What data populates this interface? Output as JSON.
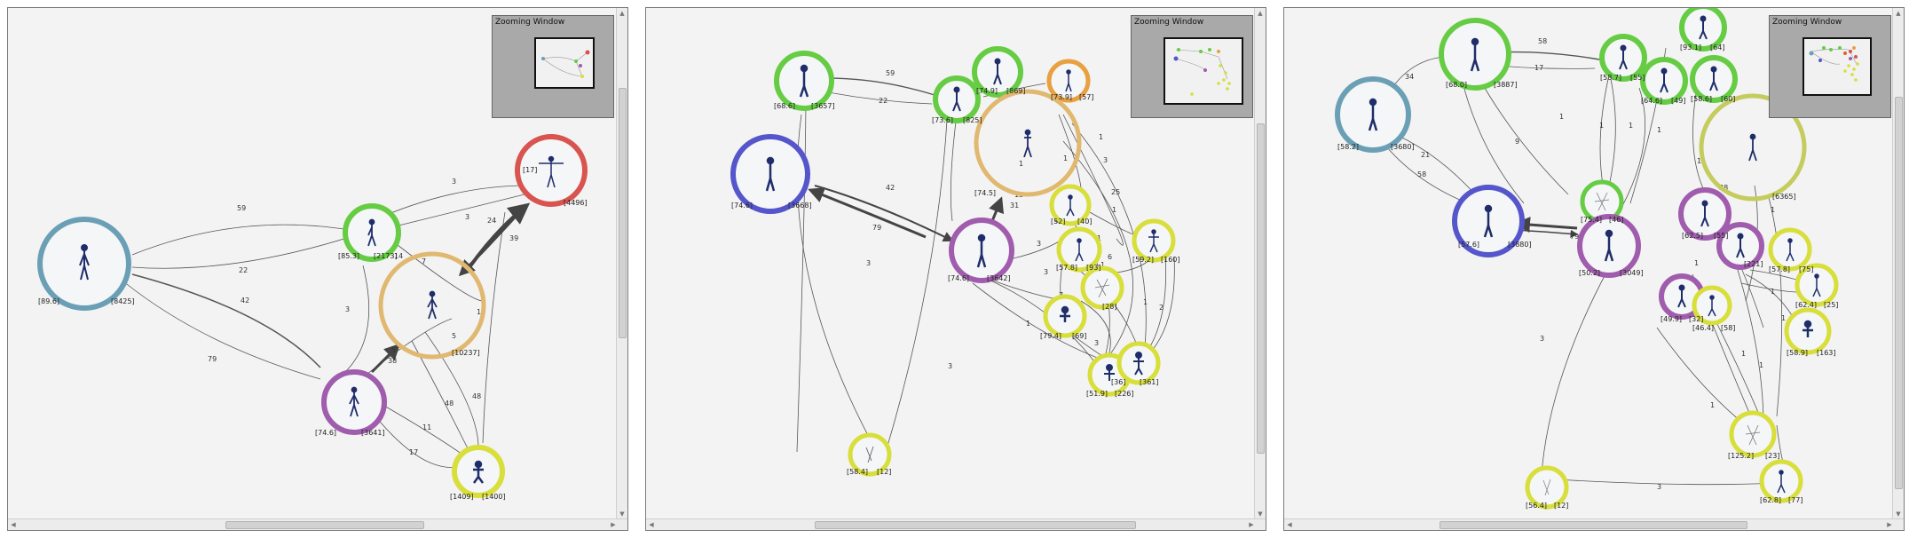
{
  "panels": [
    {
      "zoom_title": "Zooming Window",
      "nodes": [
        {
          "id": "blue",
          "color": "#6a9fb5",
          "labels": [
            "[89.6]",
            "[8425]"
          ]
        },
        {
          "id": "red",
          "color": "#d9534f",
          "labels": [
            "[17]",
            "[4496]"
          ]
        },
        {
          "id": "green",
          "color": "#66cc44",
          "labels": [
            "[85.3]",
            "[2173]"
          ]
        },
        {
          "id": "orange",
          "color": "#e0b870",
          "labels": [
            "[10237]"
          ]
        },
        {
          "id": "purple",
          "color": "#a05cad",
          "labels": [
            "[74.6]",
            "[3641]"
          ]
        },
        {
          "id": "yellow",
          "color": "#d8de3a",
          "labels": [
            "[1409]",
            "[1400]"
          ]
        }
      ],
      "edge_labels": [
        "59",
        "22",
        "42",
        "79",
        "3",
        "3",
        "24",
        "39",
        "14",
        "7",
        "3",
        "5",
        "1",
        "38",
        "5",
        "48",
        "48",
        "11",
        "17"
      ]
    },
    {
      "zoom_title": "Zooming Window",
      "nodes": [
        {
          "id": "g1",
          "color": "#66cc44",
          "labels": [
            "[68.6]",
            "[3657]"
          ]
        },
        {
          "id": "g2",
          "color": "#66cc44",
          "labels": [
            "[73.6]",
            "[825]"
          ]
        },
        {
          "id": "g3",
          "color": "#66cc44",
          "labels": [
            "[74.9]",
            "[869]"
          ]
        },
        {
          "id": "o1",
          "color": "#e8a040",
          "labels": [
            "[73.9]",
            "[57]"
          ]
        },
        {
          "id": "blue",
          "color": "#5555cc",
          "labels": [
            "[74.6]",
            "[3668]"
          ]
        },
        {
          "id": "big",
          "color": "#e0b870",
          "labels": [
            "[74.5]"
          ]
        },
        {
          "id": "purple",
          "color": "#a05cad",
          "labels": [
            "[74.6]",
            "[3642]"
          ]
        },
        {
          "id": "y1",
          "color": "#d8de3a",
          "labels": [
            "[58.4]",
            "[12]"
          ]
        },
        {
          "id": "y2",
          "color": "#d8de3a",
          "labels": [
            "[52]",
            "[40]"
          ]
        },
        {
          "id": "y3",
          "color": "#d8de3a",
          "labels": [
            "[57.8]",
            "[93]"
          ]
        },
        {
          "id": "y4",
          "color": "#d8de3a",
          "labels": [
            "[59.2]",
            "[160]"
          ]
        },
        {
          "id": "y5",
          "color": "#d8de3a",
          "labels": [
            "[28]"
          ]
        },
        {
          "id": "y6",
          "color": "#d8de3a",
          "labels": [
            "[79.4]",
            "[69]"
          ]
        },
        {
          "id": "y7",
          "color": "#d8de3a",
          "labels": [
            "[51.9]",
            "[226]"
          ]
        },
        {
          "id": "y8",
          "color": "#d8de3a",
          "labels": [
            "[36]",
            "[361]"
          ]
        }
      ],
      "edge_labels": [
        "59",
        "22",
        "42",
        "79",
        "3",
        "3",
        "13",
        "31",
        "1",
        "1",
        "1",
        "1",
        "3",
        "1",
        "1",
        "2",
        "1",
        "7",
        "3",
        "2",
        "3",
        "3",
        "25",
        "1",
        "6",
        "1",
        "1"
      ]
    },
    {
      "zoom_title": "Zooming Window",
      "nodes": [
        {
          "id": "blue",
          "color": "#6a9fb5",
          "labels": [
            "[58.2]",
            "[3680]"
          ]
        },
        {
          "id": "g1",
          "color": "#66cc44",
          "labels": [
            "[68.0]",
            "[3887]"
          ]
        },
        {
          "id": "g2",
          "color": "#66cc44",
          "labels": [
            "[58.7]",
            "[55]"
          ]
        },
        {
          "id": "g3",
          "color": "#66cc44",
          "labels": [
            "[64.6]",
            "[49]"
          ]
        },
        {
          "id": "g4",
          "color": "#66cc44",
          "labels": [
            "[93.1]",
            "[64]"
          ]
        },
        {
          "id": "g5",
          "color": "#66cc44",
          "labels": [
            "[58.6]",
            "[60]"
          ]
        },
        {
          "id": "olive",
          "color": "#c4cc5e",
          "labels": [
            "[6365]"
          ]
        },
        {
          "id": "indigo",
          "color": "#5555cc",
          "labels": [
            "[57.6]",
            "[3880]"
          ]
        },
        {
          "id": "g6",
          "color": "#66cc44",
          "labels": [
            "[75.4]",
            "[46]"
          ]
        },
        {
          "id": "p1",
          "color": "#a05cad",
          "labels": [
            "[50.2]",
            "[3049]"
          ]
        },
        {
          "id": "p2",
          "color": "#a05cad",
          "labels": [
            "[62.5]",
            "[55]"
          ]
        },
        {
          "id": "p3",
          "color": "#a05cad",
          "labels": [
            "[221]"
          ]
        },
        {
          "id": "p4",
          "color": "#a05cad",
          "labels": [
            "[49.9]",
            "[32]"
          ]
        },
        {
          "id": "y1",
          "color": "#d8de3a",
          "labels": [
            "[46.4]",
            "[58]"
          ]
        },
        {
          "id": "y2",
          "color": "#d8de3a",
          "labels": [
            "[57.8]",
            "[75]"
          ]
        },
        {
          "id": "y3",
          "color": "#d8de3a",
          "labels": [
            "[62.4]",
            "[25]"
          ]
        },
        {
          "id": "y4",
          "color": "#d8de3a",
          "labels": [
            "[58.9]",
            "[163]"
          ]
        },
        {
          "id": "y5",
          "color": "#d8de3a",
          "labels": [
            "[125.2]",
            "[23]"
          ]
        },
        {
          "id": "y6",
          "color": "#d8de3a",
          "labels": [
            "[56.4]",
            "[12]"
          ]
        },
        {
          "id": "y7",
          "color": "#d8de3a",
          "labels": [
            "[62.8]",
            "[77]"
          ]
        }
      ],
      "edge_labels": [
        "58",
        "17",
        "34",
        "21",
        "58",
        "1",
        "9",
        "1",
        "1",
        "1",
        "1",
        "38",
        "79",
        "1",
        "1",
        "1",
        "1",
        "1",
        "1",
        "3",
        "1",
        "3",
        "1"
      ]
    }
  ]
}
